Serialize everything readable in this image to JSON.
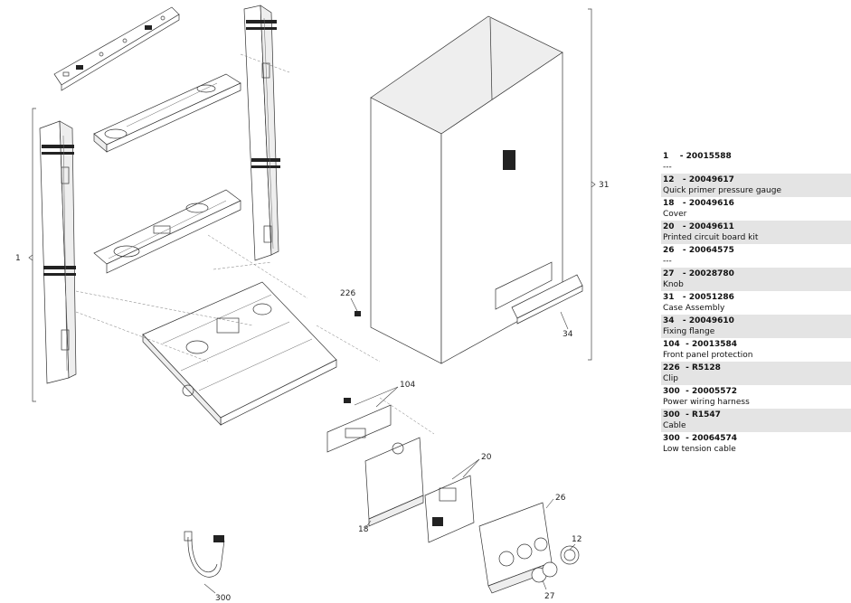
{
  "callouts": {
    "c1": "1",
    "c12": "12",
    "c18": "18",
    "c20": "20",
    "c26": "26",
    "c27": "27",
    "c31": "31",
    "c34": "34",
    "c104": "104",
    "c226": "226",
    "c300": "300"
  },
  "parts": [
    {
      "ref": "1",
      "code": "20015588",
      "desc": "---"
    },
    {
      "ref": "12",
      "code": "20049617",
      "desc": "Quick primer pressure gauge"
    },
    {
      "ref": "18",
      "code": "20049616",
      "desc": "Cover"
    },
    {
      "ref": "20",
      "code": "20049611",
      "desc": "Printed circuit board kit"
    },
    {
      "ref": "26",
      "code": "20064575",
      "desc": "---"
    },
    {
      "ref": "27",
      "code": "20028780",
      "desc": "Knob"
    },
    {
      "ref": "31",
      "code": "20051286",
      "desc": "Case Assembly"
    },
    {
      "ref": "34",
      "code": "20049610",
      "desc": "Fixing flange"
    },
    {
      "ref": "104",
      "code": "20013584",
      "desc": "Front panel protection"
    },
    {
      "ref": "226",
      "code": "R5128",
      "desc": "Clip"
    },
    {
      "ref": "300",
      "code": "20005572",
      "desc": "Power wiring harness"
    },
    {
      "ref": "300",
      "code": "R1547",
      "desc": "Cable"
    },
    {
      "ref": "300",
      "code": "20064574",
      "desc": "Low tension cable"
    }
  ]
}
